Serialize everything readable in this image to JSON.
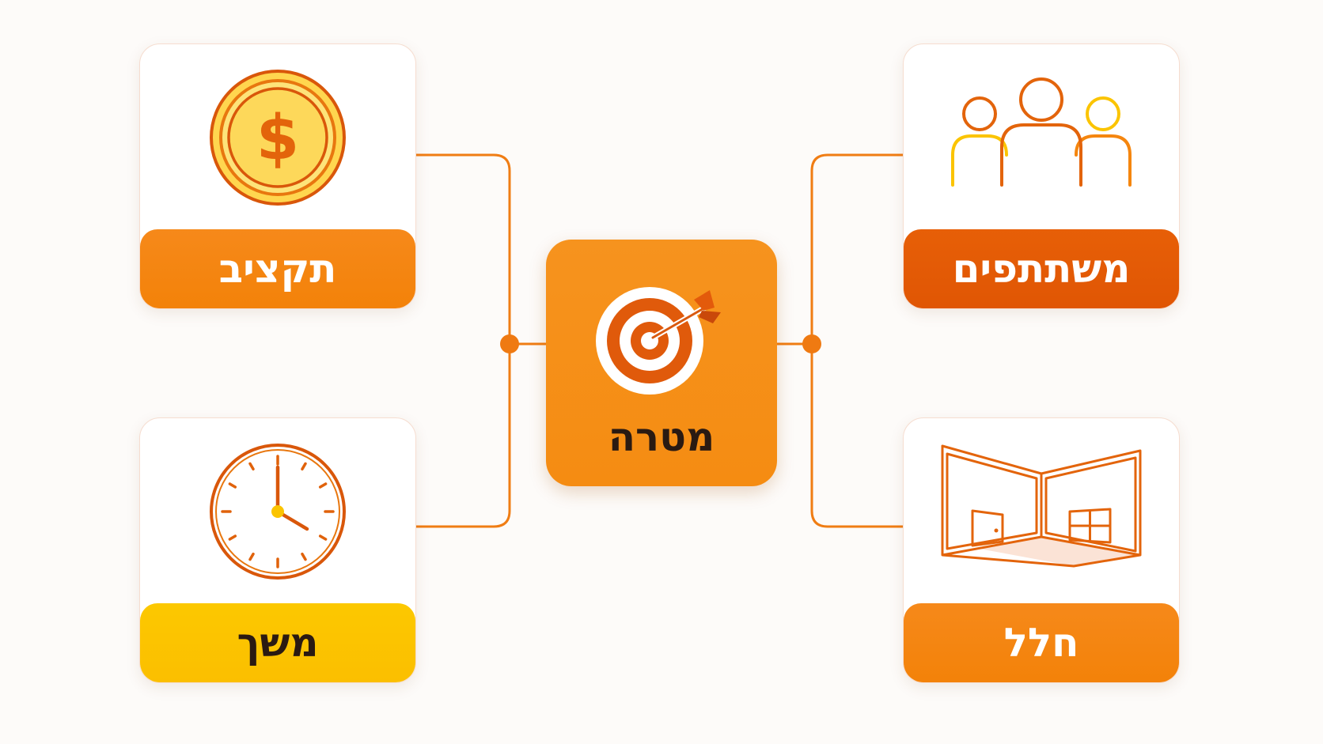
{
  "diagram": {
    "center": {
      "label": "מטרה",
      "icon": "target-with-arrow-icon"
    },
    "cards": {
      "budget": {
        "label": "תקציב",
        "icon": "coin-dollar-icon"
      },
      "duration": {
        "label": "משך",
        "icon": "clock-icon"
      },
      "participants": {
        "label": "משתתפים",
        "icon": "people-group-icon"
      },
      "space": {
        "label": "חלל",
        "icon": "room-interior-icon"
      }
    }
  },
  "colors": {
    "connector": "#f07d14",
    "orange": "#f5860f",
    "dark_orange": "#e35a05",
    "yellow": "#fbc400",
    "label_light_text": "#ffffff",
    "label_dark_text": "#2a1a12"
  }
}
